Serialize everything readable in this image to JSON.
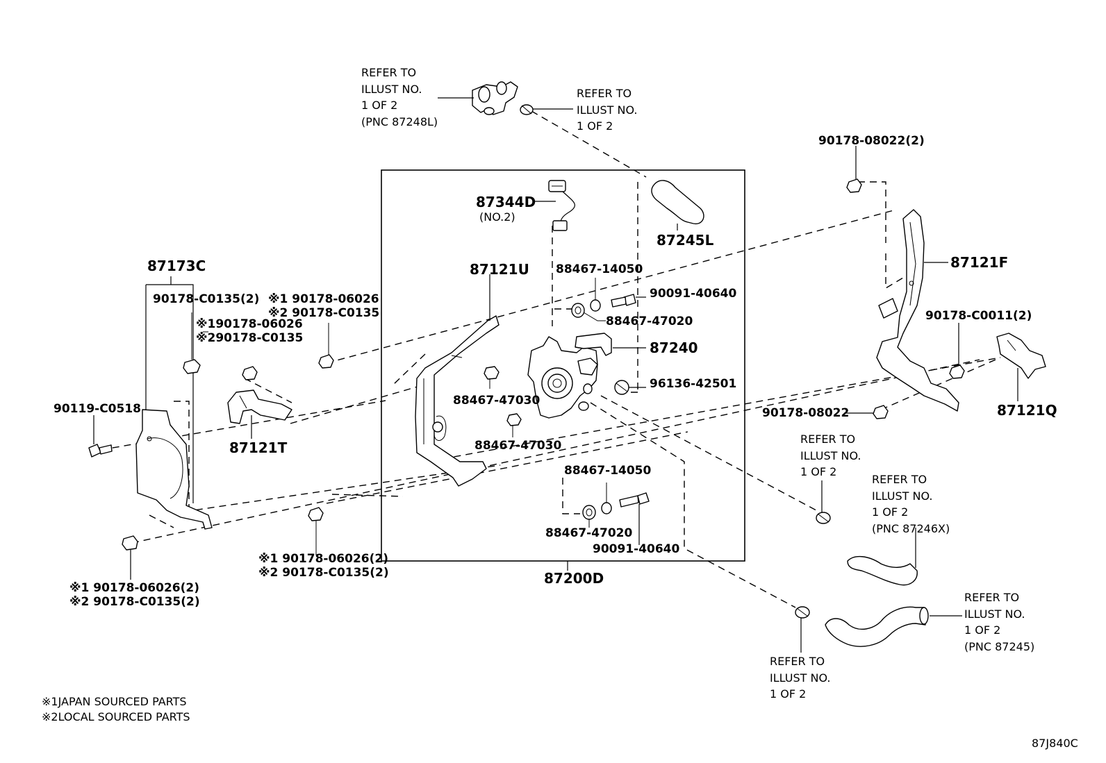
{
  "labels": {
    "refer_valve": [
      "REFER TO",
      "ILLUST NO.",
      "1 OF 2",
      "(PNC 87248L)"
    ],
    "refer_clip_top": [
      "REFER TO",
      "ILLUST NO.",
      "1 OF 2"
    ],
    "p87344D": "87344D",
    "p87344D_sub": "(NO.2)",
    "p87245L": "87245L",
    "p87121U": "87121U",
    "p88467_14050_a": "88467-14050",
    "p90091_40640_a": "90091-40640",
    "p88467_47020_a": "88467-47020",
    "p87240": "87240",
    "p96136_42501": "96136-42501",
    "p88467_47030_a": "88467-47030",
    "p88467_47030_b": "88467-47030",
    "p88467_14050_b": "88467-14050",
    "p88467_47020_b": "88467-47020",
    "p90091_40640_b": "90091-40640",
    "p87200D": "87200D",
    "p87173C": "87173C",
    "p90178_C0135_2": "90178-C0135(2)",
    "alt_a": [
      "※190178-06026",
      "※290178-C0135"
    ],
    "alt_b": [
      "※1 90178-06026",
      "※2 90178-C0135"
    ],
    "p90119_C0518": "90119-C0518",
    "p87121T": "87121T",
    "alt_c": [
      "※1 90178-06026(2)",
      "※2 90178-C0135(2)"
    ],
    "alt_d": [
      "※1 90178-06026(2)",
      "※2 90178-C0135(2)"
    ],
    "p90178_08022_2": "90178-08022(2)",
    "p87121F": "87121F",
    "p90178_C0011_2": "90178-C0011(2)",
    "p87121Q": "87121Q",
    "p90178_08022": "90178-08022",
    "refer_clip_mid": [
      "REFER TO",
      "ILLUST NO.",
      "1 OF 2"
    ],
    "refer_hose_x": [
      "REFER TO",
      "ILLUST NO.",
      "1 OF 2",
      "(PNC 87246X)"
    ],
    "refer_hose_87245": [
      "REFER TO",
      "ILLUST NO.",
      "1 OF 2",
      "(PNC 87245)"
    ],
    "refer_clip_bottom": [
      "REFER TO",
      "ILLUST NO.",
      "1 OF 2"
    ],
    "footnotes": [
      "※1JAPAN SOURCED PARTS",
      "※2LOCAL SOURCED PARTS"
    ],
    "diagram_code": "87J840C"
  }
}
